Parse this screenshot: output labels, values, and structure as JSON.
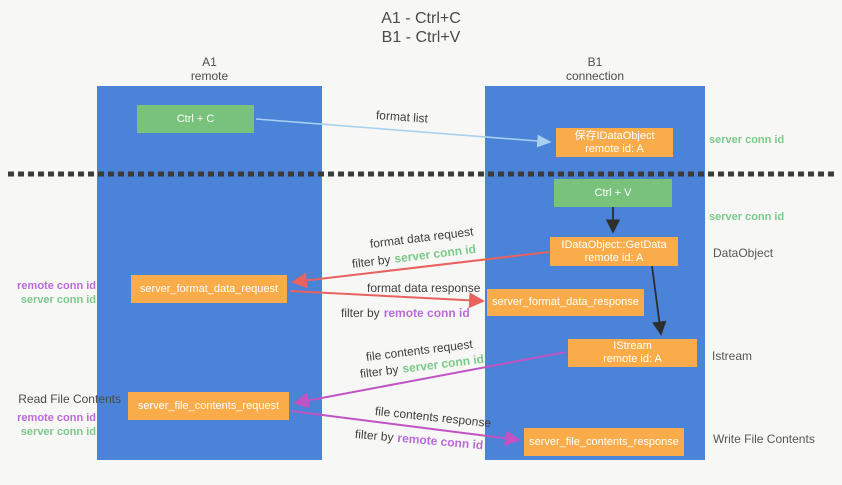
{
  "title": {
    "line1": "A1 - Ctrl+C",
    "line2": "B1 - Ctrl+V"
  },
  "lifelines": {
    "a1": {
      "id": "A1",
      "label": "remote"
    },
    "b1": {
      "id": "B1",
      "label": "connection"
    }
  },
  "nodes": {
    "ctrl_c": {
      "label": "Ctrl + C"
    },
    "save_dataobject": {
      "line1": "保存IDataObject",
      "line2": "remote id: A"
    },
    "ctrl_v": {
      "label": "Ctrl + V"
    },
    "getdata": {
      "line1": "IDataObject::GetData",
      "line2": "remote id: A"
    },
    "server_format_data_request": {
      "label": "server_format_data_request"
    },
    "server_format_data_response": {
      "label": "server_format_data_response"
    },
    "istream": {
      "line1": "IStream",
      "line2": "remote id: A"
    },
    "server_file_contents_request": {
      "label": "server_file_contents_request"
    },
    "server_file_contents_response": {
      "label": "server_file_contents_response"
    }
  },
  "flow_labels": {
    "format_list": "format list",
    "format_data_request": "format data request",
    "format_data_response": "format data response",
    "file_contents_request": "file contents request",
    "file_contents_response": "file contents response",
    "filter_by": "filter by",
    "server_conn_id": "server conn id",
    "remote_conn_id": "remote conn id"
  },
  "side_labels": {
    "right": {
      "server_conn_id_top": "server conn id",
      "server_conn_id_mid": "server conn id",
      "dataobject": "DataObject",
      "istream": "Istream",
      "write_file_contents": "Write File Contents"
    },
    "left": {
      "remote_conn_id_1": "remote conn id",
      "server_conn_id_1": "server conn id",
      "read_file_contents": "Read File Contents",
      "remote_conn_id_2": "remote conn id",
      "server_conn_id_2": "server conn id"
    }
  },
  "colors": {
    "column_blue": "#4a83d7",
    "box_green": "#79c27c",
    "box_orange": "#f9ac49",
    "arrow_lightblue": "#a9d1ef",
    "arrow_red": "#e8625f",
    "arrow_magenta": "#c153c5",
    "arrow_black": "#2e2e2e",
    "separator_dark": "#3b3b3b",
    "text_green": "#7cc98a",
    "text_purple": "#bb6bd9"
  }
}
